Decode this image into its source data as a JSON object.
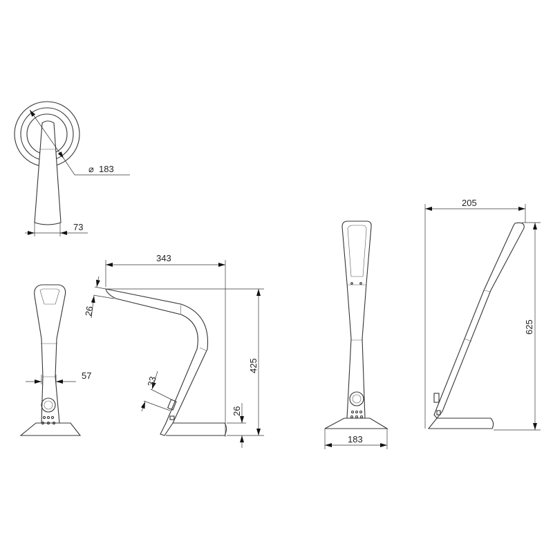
{
  "views": [
    {
      "name": "top-view",
      "dimensions": {
        "diameter_symbol": "⌀",
        "diameter": "183",
        "width": "73"
      }
    },
    {
      "name": "front-view-folded",
      "dimensions": {
        "width": "57"
      }
    },
    {
      "name": "side-view-arched",
      "dimensions": {
        "reach": "343",
        "head_thickness": "26",
        "height": "425",
        "switch_length": "33",
        "base_thickness": "26"
      }
    },
    {
      "name": "front-view-upright",
      "dimensions": {
        "base_width": "183"
      }
    },
    {
      "name": "side-view-upright",
      "dimensions": {
        "depth": "205",
        "height": "625"
      }
    }
  ]
}
